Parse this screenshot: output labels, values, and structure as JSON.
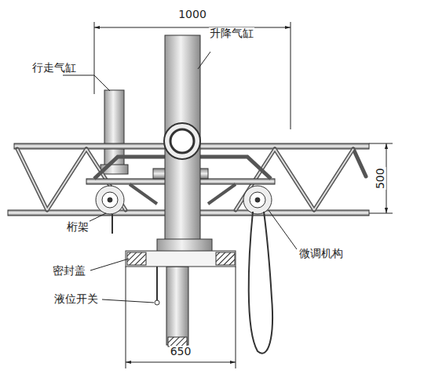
{
  "diagram": {
    "labels": [
      "1000",
      "升降气缸",
      "行走气缸",
      "500",
      "桁架",
      "微调机构",
      "密封盖",
      "液位开关",
      "650"
    ]
  }
}
